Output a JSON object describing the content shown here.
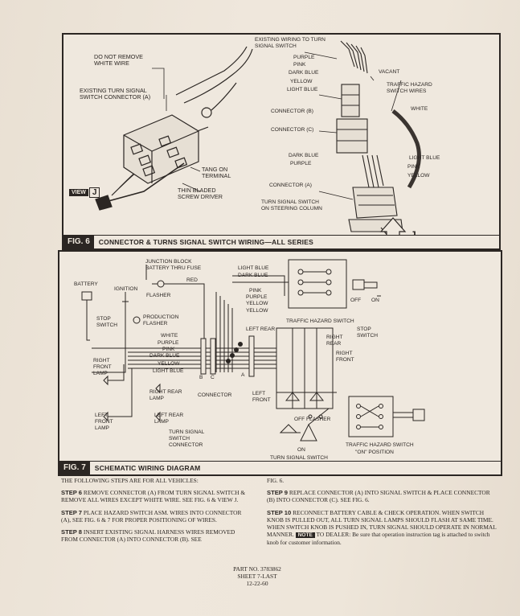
{
  "fig6": {
    "tag": "FIG. 6",
    "title": "CONNECTOR & TURNS SIGNAL SWITCH WIRING—ALL SERIES",
    "view_tag": "VIEW",
    "view_letter": "J",
    "labels": {
      "do_not_remove_1": "DO NOT REMOVE",
      "do_not_remove_2": "WHITE WIRE",
      "existing_conn_1": "EXISTING TURN SIGNAL",
      "existing_conn_2": "SWITCH CONNECTOR (A)",
      "tang_1": "TANG ON",
      "tang_2": "TERMINAL",
      "blade_1": "THIN BLADED",
      "blade_2": "SCREW DRIVER",
      "existing_wiring_1": "EXISTING WIRING TO TURN",
      "existing_wiring_2": "SIGNAL SWITCH",
      "purple": "PURPLE",
      "pink": "PINK",
      "dark_blue": "DARK BLUE",
      "yellow": "YELLOW",
      "light_blue": "LIGHT BLUE",
      "vacant": "VACANT",
      "hazard_1": "TRAFFIC HAZARD",
      "hazard_2": "SWITCH WIRES",
      "white": "WHITE",
      "connector_b": "CONNECTOR (B)",
      "connector_c": "CONNECTOR (C)",
      "dark_blue_2": "DARK BLUE",
      "purple_2": "PURPLE",
      "light_blue_2": "LIGHT BLUE",
      "pink_2": "PINK",
      "yellow_2": "YELLOW",
      "connector_a": "CONNECTOR (A)",
      "tss_1": "TURN SIGNAL SWITCH",
      "tss_2": "ON STEERING COLUMN",
      "j_arrow": "J"
    }
  },
  "fig7": {
    "tag": "FIG. 7",
    "title": "SCHEMATIC WIRING DIAGRAM",
    "labels": {
      "junction_1": "JUNCTION BLOCK",
      "junction_2": "BATTERY THRU FUSE",
      "battery": "BATTERY",
      "ignition": "IGNITION",
      "flasher": "FLASHER",
      "red": "RED",
      "light_blue": "LIGHT BLUE",
      "dark_blue": "DARK BLUE",
      "pink": "PINK",
      "purple": "PURPLE",
      "yellow_1": "YELLOW",
      "yellow_2": "YELLOW",
      "off": "OFF",
      "on": "ON",
      "stop_switch_1": "STOP",
      "stop_switch_2": "SWITCH",
      "production_1": "PRODUCTION",
      "production_2": "FLASHER",
      "hazard_switch": "TRAFFIC HAZARD SWITCH",
      "left_rear_top": "LEFT REAR",
      "stop_1": "STOP",
      "stop_2": "SWITCH",
      "right_rear_1": "RIGHT",
      "right_rear_2": "REAR",
      "white": "WHITE",
      "purple_2": "PURPLE",
      "pink_2": "PINK",
      "dark_blue_2": "DARK BLUE",
      "yellow_3": "YELLOW",
      "light_blue_2": "LIGHT BLUE",
      "right_front_1": "RIGHT",
      "right_front_2": "FRONT",
      "right_front_3": "LAMP",
      "right_front_r1": "RIGHT",
      "right_front_r2": "FRONT",
      "b": "B",
      "c": "C",
      "a": "A",
      "connector": "CONNECTOR",
      "right_rear_lamp_1": "RIGHT REAR",
      "right_rear_lamp_2": "LAMP",
      "left_front_1": "LEFT",
      "left_front_2": "FRONT",
      "left_front_3": "LAMP",
      "left_rear_lamp_1": "LEFT REAR",
      "left_rear_lamp_2": "LAMP",
      "left_front_r1": "LEFT",
      "left_front_r2": "FRONT",
      "off_flasher": "OFF  FLASHER",
      "tsc_1": "TURN SIGNAL",
      "tsc_2": "SWITCH",
      "tsc_3": "CONNECTOR",
      "on_2": "ON",
      "tss": "TURN SIGNAL SWITCH",
      "hazard_on_1": "TRAFFIC HAZARD SWITCH",
      "hazard_on_2": "\"ON\" POSITION"
    }
  },
  "instructions": {
    "intro": "THE FOLLOWING STEPS ARE FOR ALL VEHICLES:",
    "step6_label": "STEP 6",
    "step6_text": "REMOVE CONNECTOR (A) FROM TURN SIGNAL SWITCH & REMOVE ALL WIRES EXCEPT WHITE WIRE. SEE FIG. 6 & VIEW J.",
    "step7_label": "STEP 7",
    "step7_text": "PLACE HAZARD SWITCH ASM. WIRES INTO CONNECTOR (A), SEE FIG. 6 & 7 FOR PROPER POSITIONING OF WIRES.",
    "step8_label": "STEP 8",
    "step8_text": "INSERT EXISTING SIGNAL HARNESS WIRES REMOVED FROM CONNECTOR (A) INTO CONNECTOR (B). SEE",
    "fig6_cont": "FIG. 6.",
    "step9_label": "STEP 9",
    "step9_text": "REPLACE CONNECTOR (A) INTO SIGNAL SWITCH & PLACE CONNECTOR (B) INTO CONNECTOR (C). SEE FIG. 6.",
    "step10_label": "STEP 10",
    "step10_text": "RECONNECT BATTERY CABLE & CHECK OPERATION. WHEN SWITCH KNOB IS PULLED OUT, ALL TURN SIGNAL LAMPS SHOULD FLASH AT SAME TIME. WHEN SWITCH KNOB IS PUSHED IN, TURN SIGNAL SHOULD OPERATE IN NORMAL MANNER.",
    "note_tag": "NOTE",
    "note_text": "TO DEALER: Be sure that operation instruction tag is attached to switch knob for customer information."
  },
  "footer": {
    "part_no": "PART NO. 3783862",
    "sheet": "SHEET 7-LAST",
    "date": "12-22-60"
  }
}
